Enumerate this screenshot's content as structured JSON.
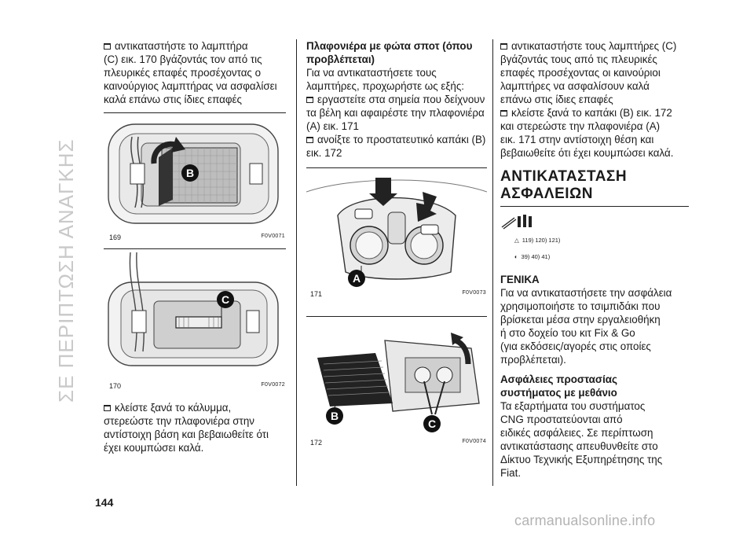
{
  "sidebar": {
    "title": "ΣΕ ΠΕΡΙΠΤΩΣΗ ΑΝΑΓΚΗΣ"
  },
  "page": {
    "number": "144"
  },
  "col1": {
    "p1": [
      "αντικαταστήστε το λαμπτήρα",
      "(C) εικ. 170 βγάζοντάς τον από τις",
      "πλευρικές επαφές προσέχοντας ο",
      "καινούργιος λαμπτήρας να ασφαλίσει",
      "καλά επάνω στις ίδιες επαφές"
    ],
    "fig1": {
      "num": "169",
      "code": "F0V0071",
      "label_b": "B"
    },
    "fig2": {
      "num": "170",
      "code": "F0V0072",
      "label_c": "C"
    },
    "p2": [
      "κλείστε ξανά το κάλυμμα,",
      "στερεώστε την πλαφονιέρα στην",
      "αντίστοιχη βάση και βεβαιωθείτε ότι",
      "έχει κουμπώσει καλά."
    ]
  },
  "col2": {
    "heading": [
      "Πλαφονιέρα με φώτα σποτ (όπου",
      "προβλέπεται)"
    ],
    "intro": [
      "Για να αντικαταστήσετε τους",
      "λαμπτήρες, προχωρήστε ως εξής:"
    ],
    "b1": [
      "εργαστείτε στα σημεία που δείχνουν",
      "τα βέλη και αφαιρέστε την πλαφονιέρα",
      "(A) εικ. 171"
    ],
    "b2": [
      "ανοίξτε το προστατευτικό καπάκι (B)",
      "εικ. 172"
    ],
    "fig3": {
      "num": "171",
      "code": "F0V0073",
      "label_a": "A"
    },
    "fig4": {
      "num": "172",
      "code": "F0V0074",
      "label_b": "B",
      "label_c": "C"
    }
  },
  "col3": {
    "b1": [
      "αντικαταστήστε τους λαμπτήρες (C)",
      "βγάζοντάς τους από τις πλευρικές",
      "επαφές προσέχοντας οι καινούριοι",
      "λαμπτήρες να ασφαλίσουν καλά",
      "επάνω στις ίδιες επαφές"
    ],
    "b2": [
      "κλείστε ξανά το καπάκι (B) εικ. 172",
      "και στερεώστε την πλαφονιέρα (A)",
      "εικ. 171 στην αντίστοιχη θέση και",
      "βεβαιωθείτε ότι έχει κουμπώσει καλά."
    ],
    "section_title": [
      "ΑΝΤΙΚΑΤΑΣΤΑΣΗ",
      "ΑΣΦΑΛΕΙΩΝ"
    ],
    "refs1": "119)  120)  121)",
    "refs2": "39)  40)  41)",
    "general_title": "ΓΕΝΙΚΑ",
    "general": [
      "Για να αντικαταστήσετε την ασφάλεια",
      "χρησιμοποιήστε το τσιμπιδάκι που",
      "βρίσκεται μέσα στην εργαλειοθήκη",
      "ή στο δοχείο του κιτ Fix & Go",
      "(για εκδόσεις/αγορές στις οποίες",
      "προβλέπεται)."
    ],
    "prot_title": [
      "Ασφάλειες προστασίας",
      "συστήματος με μεθάνιο"
    ],
    "prot": [
      "Τα εξαρτήματα του συστήματος",
      "CNG προστατεύονται από",
      "ειδικές ασφάλειες. Σε περίπτωση",
      "αντικατάστασης απευθυνθείτε στο",
      "Δίκτυο Τεχνικής Εξυπηρέτησης της",
      "Fiat."
    ]
  },
  "footer": {
    "watermark": "carmanualsonline.info"
  }
}
